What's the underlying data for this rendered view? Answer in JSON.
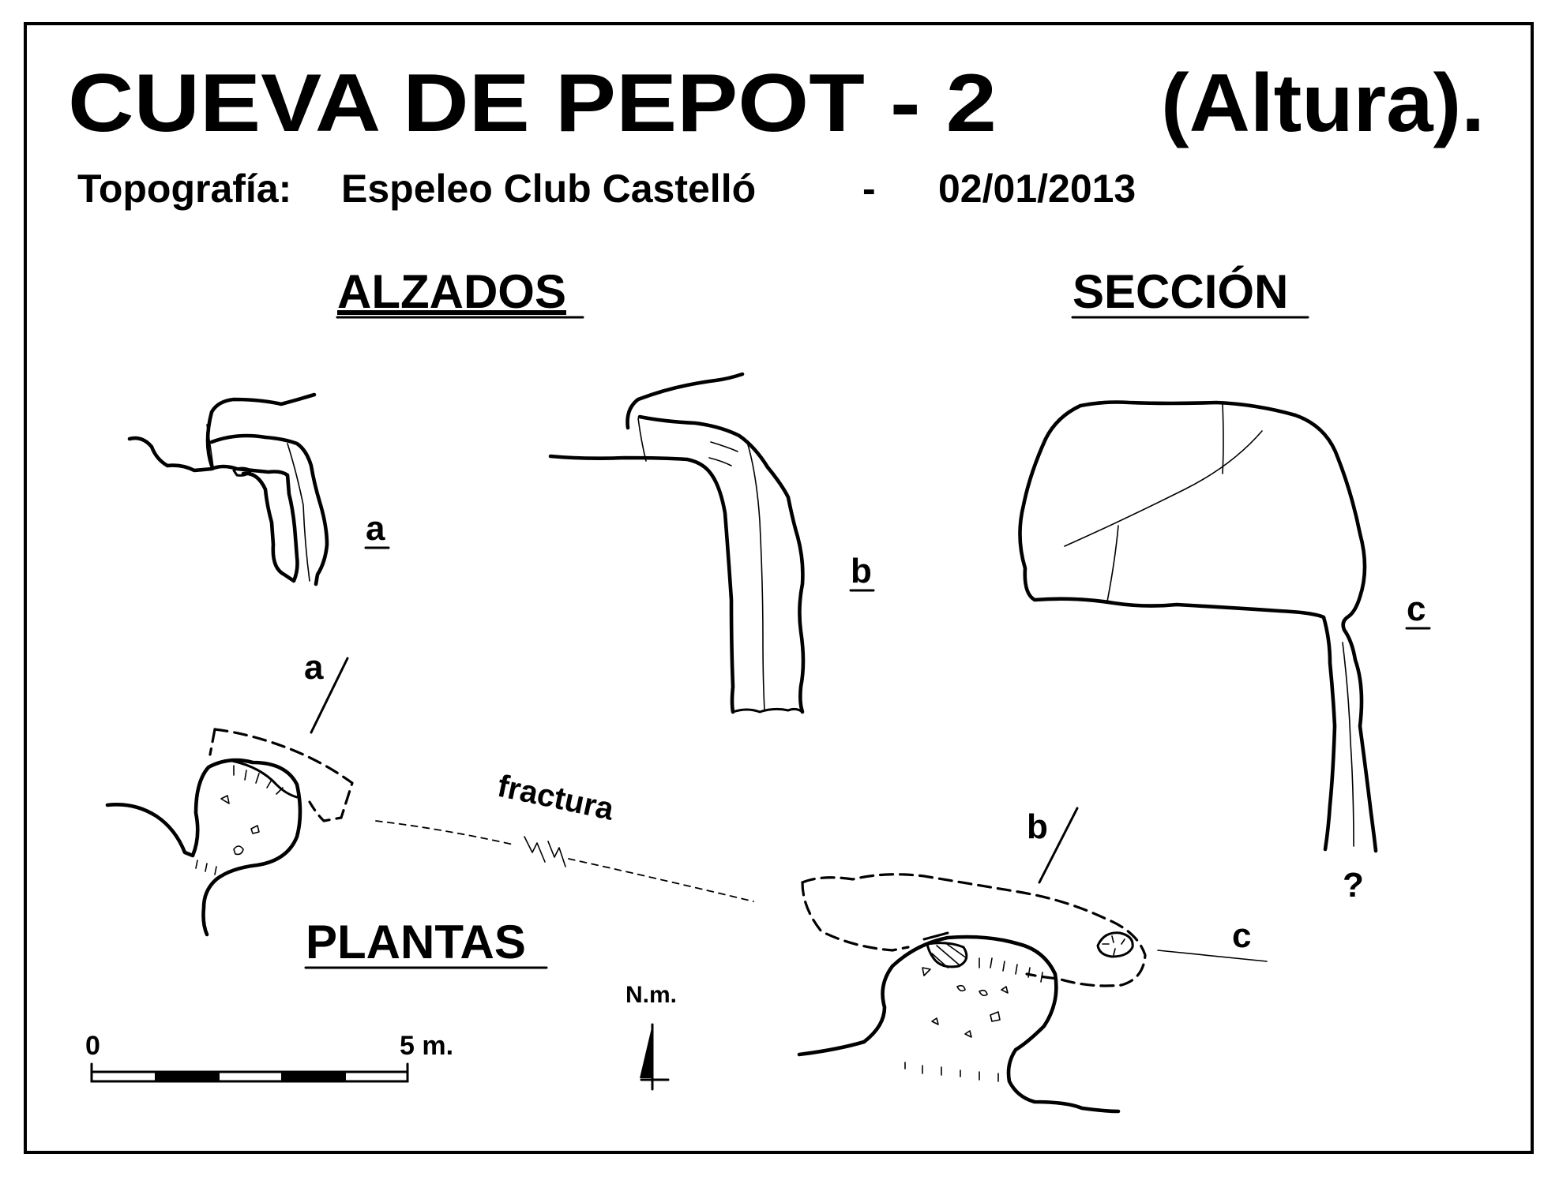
{
  "title": "CUEVA  DE  PEPOT - 2",
  "subtitle": "(Altura).",
  "credits": {
    "label": "Topografía:",
    "author": "Espeleo Club Castelló",
    "separator": "-",
    "date": "02/01/2013"
  },
  "sections": {
    "elevations": "ALZADOS",
    "section": "SECCIÓN",
    "plans": "PLANTAS"
  },
  "profile_labels": {
    "a": "a",
    "b": "b",
    "c": "c"
  },
  "plan_labels": {
    "a": "a",
    "b": "b",
    "c": "c",
    "fracture": "fractura",
    "unknown": "?"
  },
  "scale_bar": {
    "start": "0",
    "end": "5 m."
  },
  "north": {
    "label": "N.m."
  },
  "colors": {
    "ink": "#000000",
    "paper": "#ffffff"
  }
}
